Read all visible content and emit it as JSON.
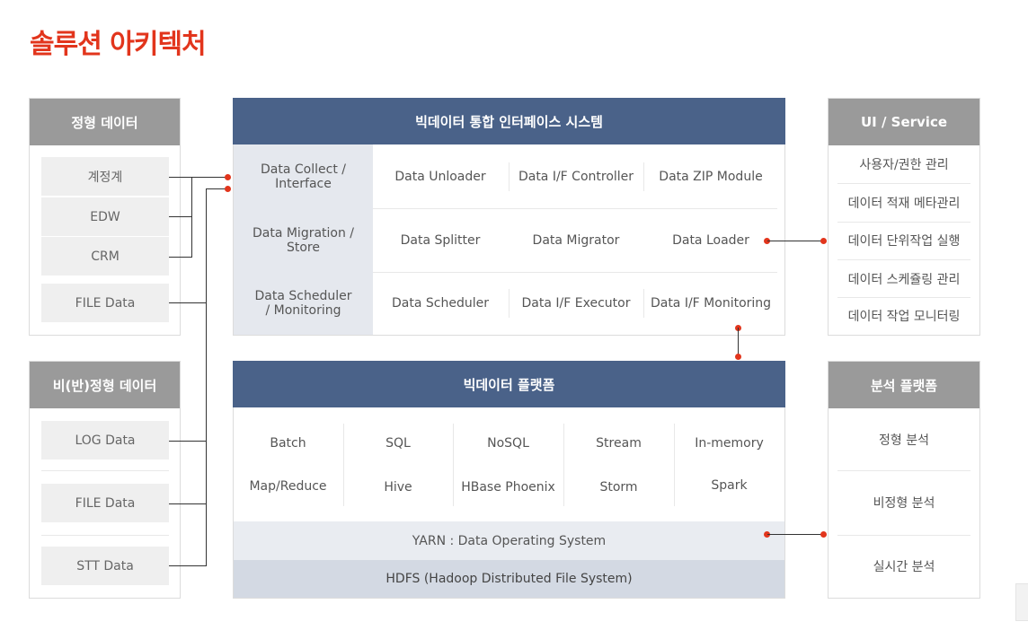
{
  "title": "솔루션 아키텍처",
  "structured": {
    "header": "정형 데이터",
    "items": [
      "계정계",
      "EDW",
      "CRM",
      "FILE Data"
    ]
  },
  "semi_structured": {
    "header": "비(반)정형 데이터",
    "items": [
      "LOG Data",
      "FILE Data",
      "STT Data"
    ]
  },
  "interface_system": {
    "header": "빅데이터 통합 인터페이스 시스템",
    "rows": [
      {
        "label": "Data Collect / Interface",
        "cells": [
          "Data Unloader",
          "Data I/F Controller",
          "Data ZIP Module"
        ]
      },
      {
        "label": "Data Migration / Store",
        "cells": [
          "Data Splitter",
          "Data Migrator",
          "Data Loader"
        ]
      },
      {
        "label": "Data Scheduler / Monitoring",
        "cells": [
          "Data Scheduler",
          "Data I/F Executor",
          "Data I/F Monitoring"
        ]
      }
    ]
  },
  "platform": {
    "header": "빅데이터 플랫폼",
    "columns": [
      {
        "top": "Batch",
        "bottom": "Map/Reduce"
      },
      {
        "top": "SQL",
        "bottom": "Hive"
      },
      {
        "top": "NoSQL",
        "bottom": "HBase Phoenix"
      },
      {
        "top": "Stream",
        "bottom": "Storm"
      },
      {
        "top": "In-memory",
        "bottom": "Spark"
      }
    ],
    "yarn": "YARN : Data Operating System",
    "hdfs": "HDFS (Hadoop Distributed File System)"
  },
  "ui_service": {
    "header": "UI / Service",
    "items": [
      "사용자/권한 관리",
      "데이터 적재 메타관리",
      "데이터 단위작업 실행",
      "데이터 스케쥴링 관리",
      "데이터 작업 모니터링"
    ]
  },
  "analysis": {
    "header": "분석 플랫폼",
    "items": [
      "정형 분석",
      "비정형 분석",
      "실시간 분석"
    ]
  },
  "colors": {
    "title": "#e2351c",
    "blue_header": "#4a6289",
    "gray_header": "#9a9a9a",
    "connector_dot": "#e2351c"
  }
}
